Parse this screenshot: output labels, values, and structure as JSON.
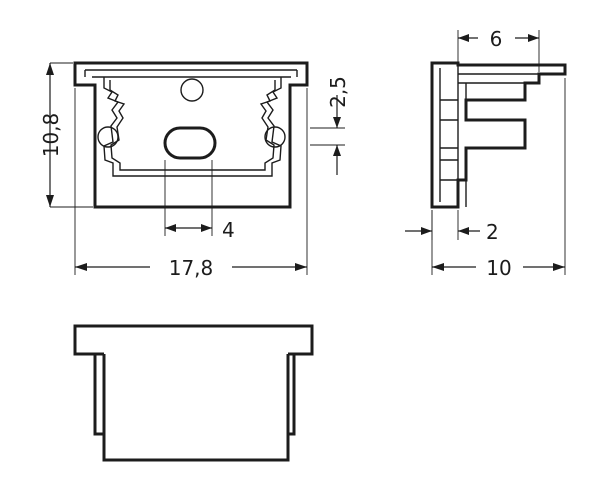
{
  "dimensions": {
    "height_10_8": "10,8",
    "width_17_8": "17,8",
    "slot_4": "4",
    "step_2_5": "2,5",
    "side_width_10": "10",
    "side_top_6": "6",
    "side_wall_2": "2"
  },
  "colors": {
    "line": "#1c1c1c",
    "background": "#ffffff"
  }
}
